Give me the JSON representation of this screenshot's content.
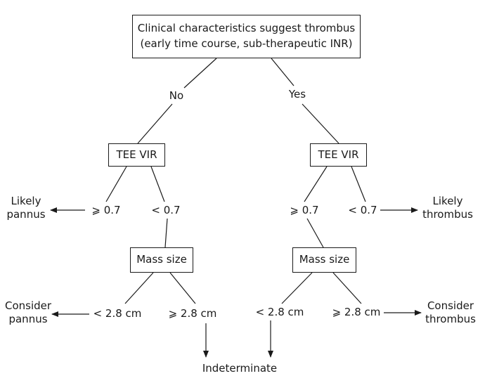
{
  "root": {
    "line1": "Clinical characteristics suggest thrombus",
    "line2": "(early time course, sub-therapeutic INR)"
  },
  "branches": {
    "no": "No",
    "yes": "Yes"
  },
  "nodes": {
    "tee_left": "TEE VIR",
    "tee_right": "TEE VIR",
    "mass_left": "Mass size",
    "mass_right": "Mass size"
  },
  "vir": {
    "left_ge": "⩾ 0.7",
    "left_lt": "< 0.7",
    "right_ge": "⩾ 0.7",
    "right_lt": "< 0.7"
  },
  "mass": {
    "left_lt": "< 2.8 cm",
    "left_ge": "⩾ 2.8 cm",
    "right_lt": "< 2.8 cm",
    "right_ge": "⩾ 2.8 cm"
  },
  "outcomes": {
    "likely_pannus": [
      "Likely",
      "pannus"
    ],
    "likely_thrombus": [
      "Likely",
      "thrombus"
    ],
    "consider_pannus": [
      "Consider",
      "pannus"
    ],
    "consider_thrombus": [
      "Consider",
      "thrombus"
    ],
    "indeterminate": "Indeterminate"
  },
  "colors": {
    "ink": "#1a1a1a"
  }
}
